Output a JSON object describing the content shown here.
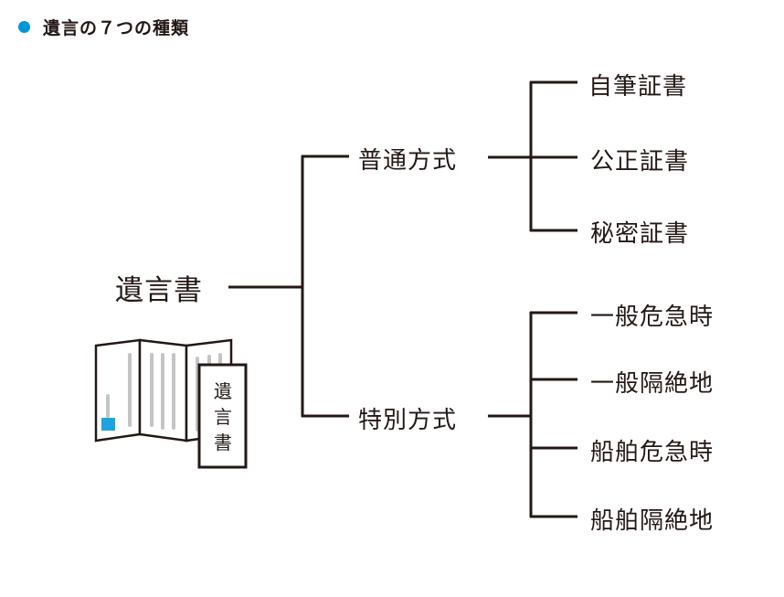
{
  "heading": {
    "bullet_color": "#0095d9",
    "title": "遺言の７つの種類"
  },
  "root": {
    "label": "遺言書"
  },
  "branches": [
    {
      "label": "普通方式",
      "children": [
        "自筆証書",
        "公正証書",
        "秘密証書"
      ]
    },
    {
      "label": "特別方式",
      "children": [
        "一般危急時",
        "一般隔絶地",
        "船舶危急時",
        "船舶隔絶地"
      ]
    }
  ],
  "illustration": {
    "label_chars": [
      "遺",
      "言",
      "書"
    ],
    "accent_color": "#1fa3e0"
  }
}
